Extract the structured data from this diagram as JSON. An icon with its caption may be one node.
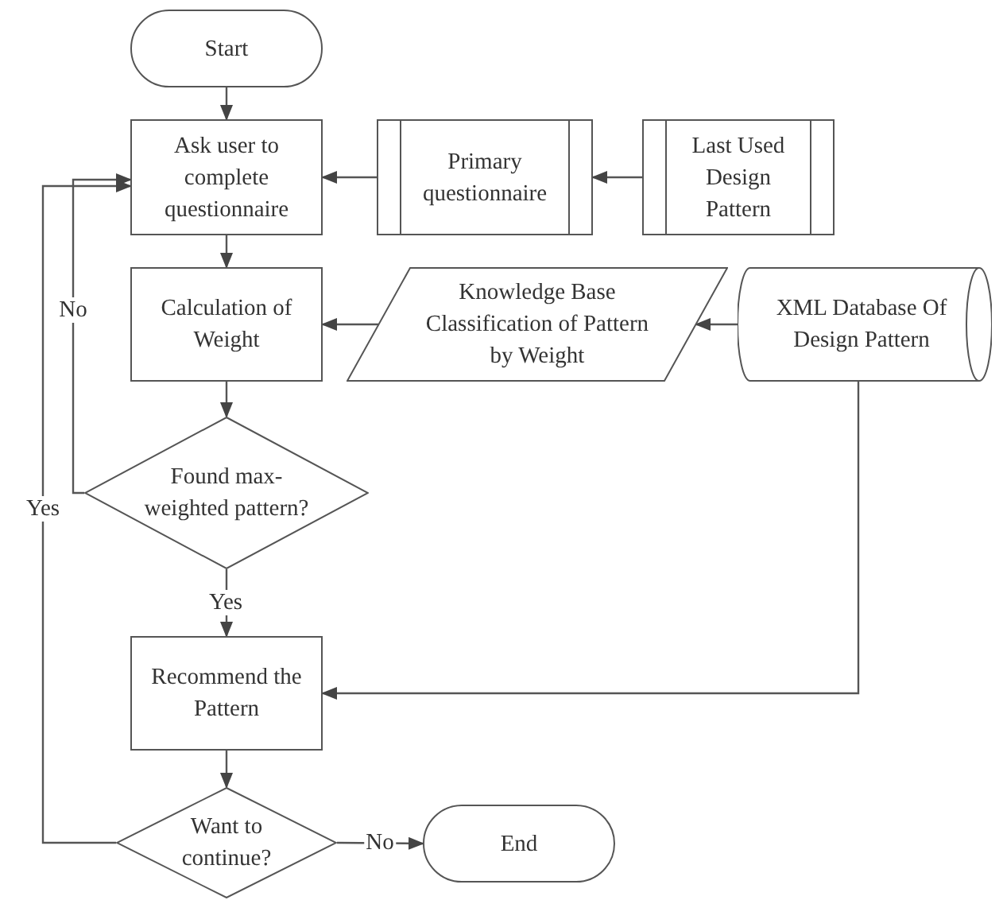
{
  "diagram": {
    "nodes": [
      {
        "text": [
          "Start"
        ]
      },
      {
        "text": [
          "Ask user to complete questionnaire"
        ]
      },
      {
        "text": [
          "Primary questionnaire"
        ]
      },
      {
        "text": [
          "Last Used Design Pattern"
        ]
      },
      {
        "text": [
          "Calculation of Weight"
        ]
      },
      {
        "text": [
          "Knowledge Base Classification of Pattern by Weight"
        ]
      },
      {
        "text": [
          "XML Database Of Design Pattern"
        ]
      },
      {
        "text": [
          "Found max-weighted pattern?"
        ]
      },
      {
        "text": [
          "Recommend the Pattern"
        ]
      },
      {
        "text": [
          "Want to continue?"
        ]
      },
      {
        "text": [
          "End"
        ]
      }
    ],
    "edges": [
      {
        "from": 0,
        "to": 1,
        "arrow": "to"
      },
      {
        "from": 2,
        "to": 1,
        "arrow": "to"
      },
      {
        "from": 3,
        "to": 2,
        "arrow": "to"
      },
      {
        "from": 1,
        "to": 4,
        "arrow": "to"
      },
      {
        "from": 5,
        "to": 4,
        "arrow": "to"
      },
      {
        "from": 6,
        "to": 5,
        "arrow": "to"
      },
      {
        "from": 4,
        "to": 7,
        "arrow": "to"
      },
      {
        "from": 7,
        "to": 1,
        "label": "No",
        "arrow": "to"
      },
      {
        "from": 7,
        "to": 8,
        "label": "Yes",
        "arrow": "to"
      },
      {
        "from": 6,
        "to": 8,
        "arrow": "to"
      },
      {
        "from": 9,
        "to": 1,
        "label": "Yes",
        "arrow": "to"
      },
      {
        "from": 9,
        "to": 10,
        "label": "No",
        "arrow": "to"
      },
      {
        "from": 8,
        "to": 9,
        "arrow": "to"
      }
    ]
  }
}
